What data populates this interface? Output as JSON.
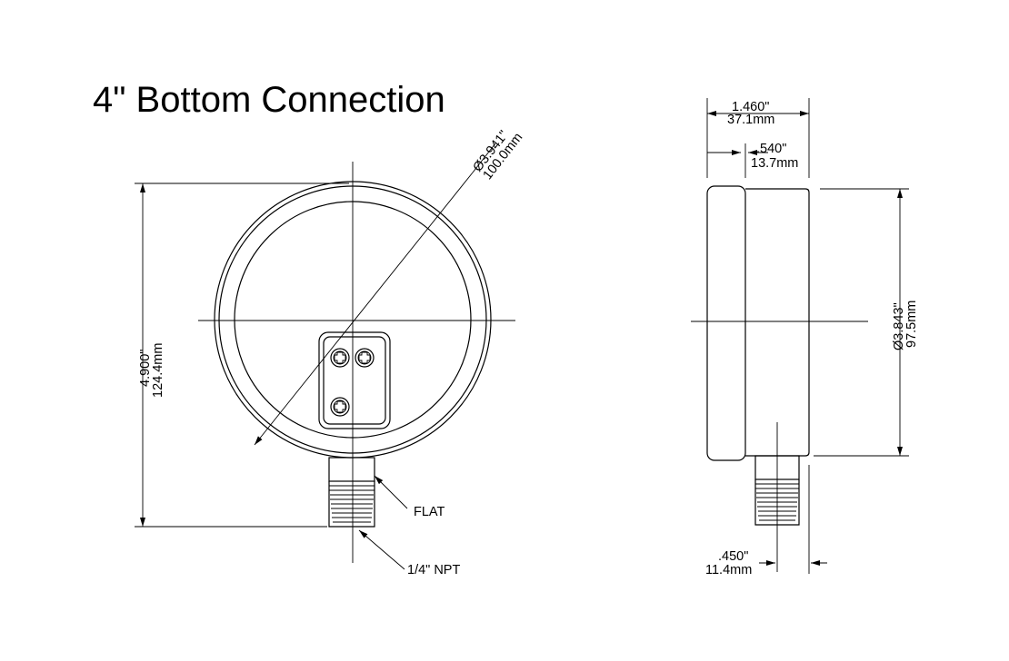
{
  "title": "4\" Bottom Connection",
  "front_view": {
    "diameter_label": {
      "imperial": "Ø3.941\"",
      "metric": "100.0mm"
    },
    "height_label": {
      "imperial": "4.900\"",
      "metric": "124.4mm"
    },
    "flat_label": "FLAT",
    "npt_label": "1/4\" NPT"
  },
  "side_view": {
    "depth_label": {
      "imperial": "1.460\"",
      "metric": "37.1mm"
    },
    "bezel_label": {
      "imperial": ".540\"",
      "metric": "13.7mm"
    },
    "diameter_label": {
      "imperial": "Ø3.843\"",
      "metric": "97.5mm"
    },
    "stem_label": {
      "imperial": ".450\"",
      "metric": "11.4mm"
    }
  }
}
